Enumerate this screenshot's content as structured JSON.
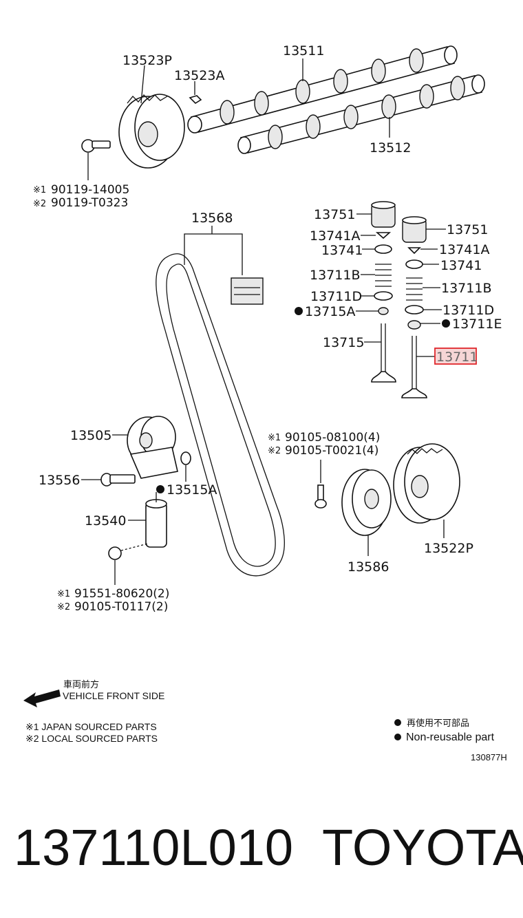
{
  "parts": {
    "p13523P": "13523P",
    "p13523A": "13523A",
    "p13511": "13511",
    "p13512": "13512",
    "bolt_top_1": "90119-14005",
    "bolt_top_2": "90119-T0323",
    "p13568": "13568",
    "p13751_left": "13751",
    "p13751_right": "13751",
    "p13741A_left": "13741A",
    "p13741A_right": "13741A",
    "p13741_left": "13741",
    "p13741_right": "13741",
    "p13711B_left": "13711B",
    "p13711B_right": "13711B",
    "p13711D_left": "13711D",
    "p13711D_right": "13711D",
    "p13715A": "13715A",
    "p13711E": "13711E",
    "p13715": "13715",
    "p13711": "13711",
    "p13505": "13505",
    "p13556": "13556",
    "p13515A": "13515A",
    "p13540": "13540",
    "bolt_mid_1": "90105-08100(4)",
    "bolt_mid_2": "90105-T0021(4)",
    "p13586": "13586",
    "p13522P": "13522P",
    "bolt_bot_1": "91551-80620(2)",
    "bolt_bot_2": "90105-T0117(2)"
  },
  "marks": {
    "m1": "※1",
    "m2": "※2"
  },
  "legend": {
    "front_jp": "車両前方",
    "front_en": "VEHICLE FRONT SIDE",
    "japan_sourced": "※1 JAPAN SOURCED PARTS",
    "local_sourced": "※2 LOCAL SOURCED PARTS",
    "nonreuse_jp": "再使用不可部品",
    "nonreuse_en": "Non-reusable part",
    "diagram_code": "130877H"
  },
  "footer": {
    "part_number": "137110L010",
    "brand": "TOYOTA"
  },
  "colors": {
    "highlight": "#e0262b"
  }
}
